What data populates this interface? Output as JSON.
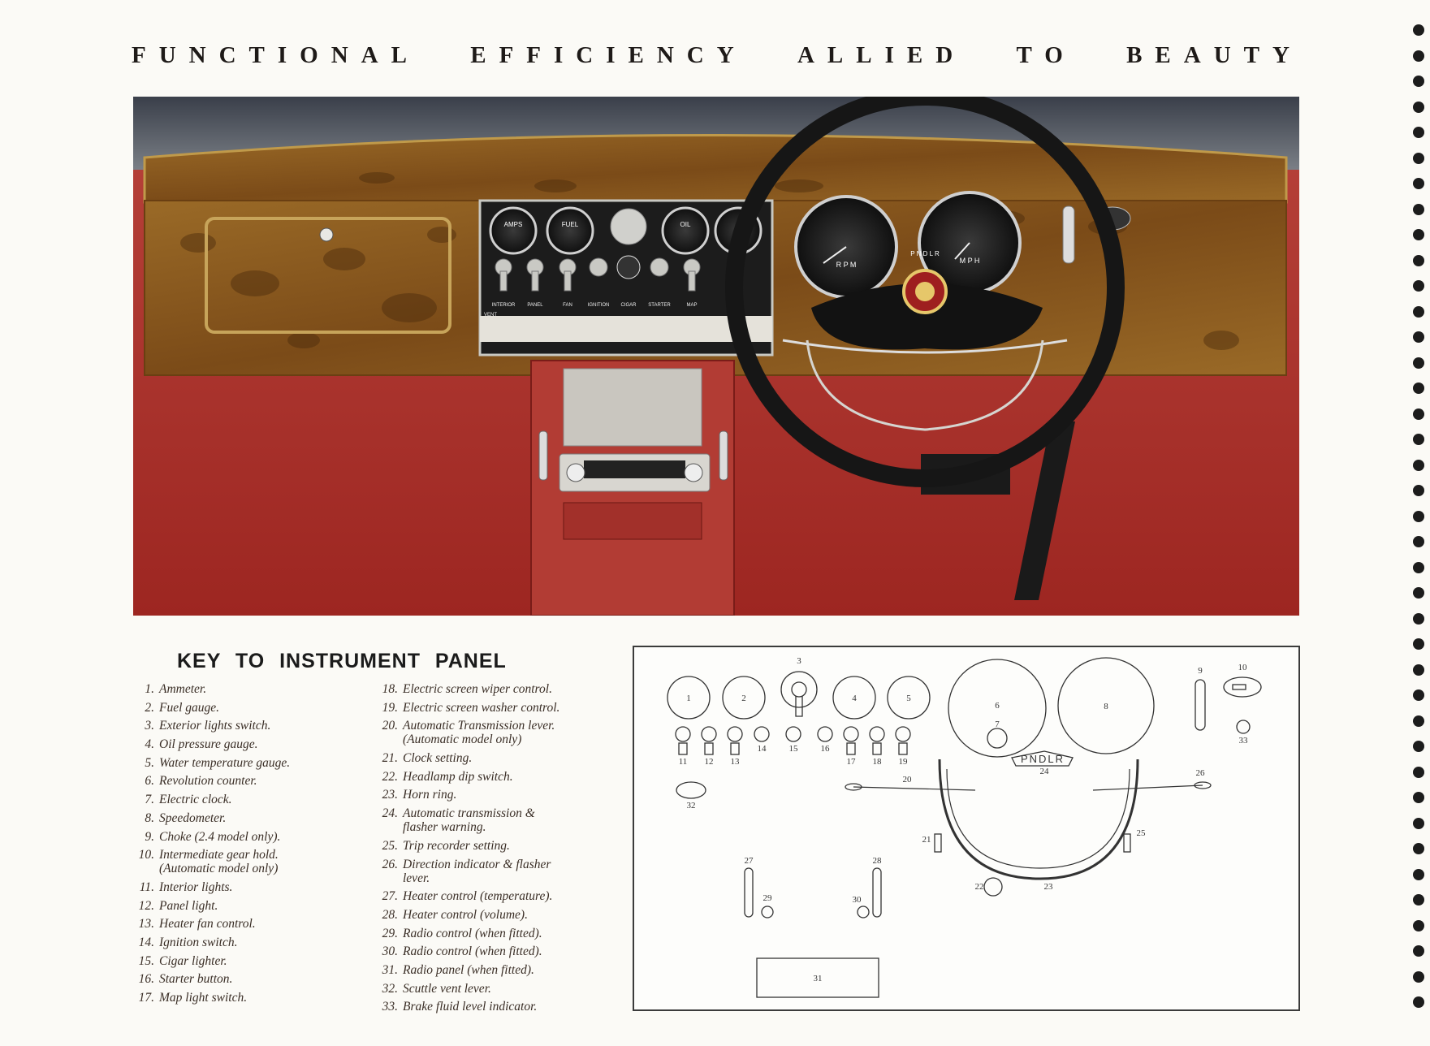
{
  "header": {
    "words": [
      "FUNCTIONAL",
      "EFFICIENCY",
      "ALLIED",
      "TO",
      "BEAUTY"
    ]
  },
  "photo": {
    "gauges": {
      "amps": "AMPS",
      "fuel": "FUEL",
      "oil": "OIL",
      "rpm": "R P M",
      "mph": "M P H",
      "gear": "P N D L R"
    },
    "switch_labels": [
      "INTERIOR",
      "PANEL",
      "FAN",
      "IGNITION",
      "CIGAR",
      "STARTER",
      "MAP"
    ],
    "vent_label": "VENT",
    "colors": {
      "carpet": "#a8302b",
      "walnut": "#8a5a1e",
      "panel_black": "#1c1c1c",
      "chrome": "#d7d7d2"
    }
  },
  "key": {
    "title": "KEY TO INSTRUMENT PANEL",
    "items": [
      {
        "n": "1.",
        "t": "Ammeter."
      },
      {
        "n": "2.",
        "t": "Fuel gauge."
      },
      {
        "n": "3.",
        "t": "Exterior lights switch."
      },
      {
        "n": "4.",
        "t": "Oil pressure gauge."
      },
      {
        "n": "5.",
        "t": "Water temperature gauge."
      },
      {
        "n": "6.",
        "t": "Revolution counter."
      },
      {
        "n": "7.",
        "t": "Electric clock."
      },
      {
        "n": "8.",
        "t": "Speedometer."
      },
      {
        "n": "9.",
        "t": "Choke (2.4 model only)."
      },
      {
        "n": "10.",
        "t": "Intermediate gear hold.\n(Automatic model only)"
      },
      {
        "n": "11.",
        "t": "Interior lights."
      },
      {
        "n": "12.",
        "t": "Panel light."
      },
      {
        "n": "13.",
        "t": "Heater fan control."
      },
      {
        "n": "14.",
        "t": "Ignition switch."
      },
      {
        "n": "15.",
        "t": "Cigar lighter."
      },
      {
        "n": "16.",
        "t": "Starter button."
      },
      {
        "n": "17.",
        "t": "Map light switch."
      },
      {
        "n": "18.",
        "t": "Electric screen wiper control."
      },
      {
        "n": "19.",
        "t": "Electric screen washer control."
      },
      {
        "n": "20.",
        "t": "Automatic Transmission lever.\n(Automatic model only)"
      },
      {
        "n": "21.",
        "t": "Clock setting."
      },
      {
        "n": "22.",
        "t": "Headlamp dip switch."
      },
      {
        "n": "23.",
        "t": "Horn ring."
      },
      {
        "n": "24.",
        "t": "Automatic transmission &\nflasher warning."
      },
      {
        "n": "25.",
        "t": "Trip recorder setting."
      },
      {
        "n": "26.",
        "t": "Direction indicator & flasher\nlever."
      },
      {
        "n": "27.",
        "t": "Heater control (temperature)."
      },
      {
        "n": "28.",
        "t": "Heater control (volume)."
      },
      {
        "n": "29.",
        "t": "Radio control (when fitted)."
      },
      {
        "n": "30.",
        "t": "Radio control (when fitted)."
      },
      {
        "n": "31.",
        "t": "Radio panel (when fitted)."
      },
      {
        "n": "32.",
        "t": "Scuttle vent lever."
      },
      {
        "n": "33.",
        "t": "Brake fluid level indicator."
      }
    ]
  },
  "diagram": {
    "gear_label": "PNDLR",
    "callouts": [
      "1",
      "2",
      "3",
      "4",
      "5",
      "6",
      "7",
      "8",
      "9",
      "10",
      "11",
      "12",
      "13",
      "14",
      "15",
      "16",
      "17",
      "18",
      "19",
      "20",
      "21",
      "22",
      "23",
      "24",
      "25",
      "26",
      "27",
      "28",
      "29",
      "30",
      "31",
      "32",
      "33"
    ]
  }
}
